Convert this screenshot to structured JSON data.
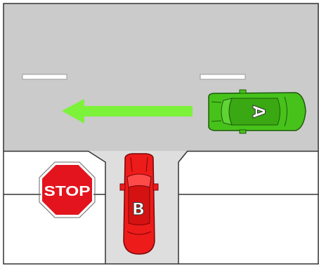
{
  "diagram": {
    "stop_sign": {
      "label": "STOP",
      "color": "#e3141e"
    },
    "car_a": {
      "label": "A",
      "color": "#47c21b",
      "direction": "left"
    },
    "car_b": {
      "label": "B",
      "color": "#ee1b1b",
      "direction": "up"
    },
    "arrow": {
      "color": "#7cf23a"
    },
    "colors": {
      "road": "#cbcbcb",
      "side_road": "#dedede",
      "background": "#ffffff",
      "lane_marking": "#ffffff",
      "line": "#333333"
    }
  }
}
